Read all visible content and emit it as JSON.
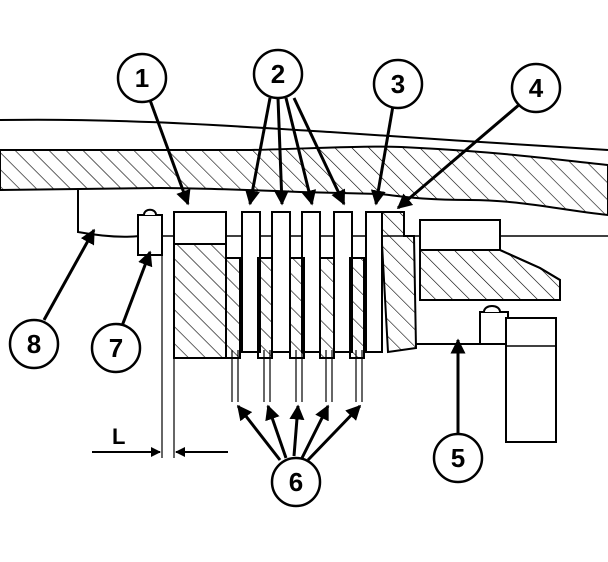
{
  "diagram": {
    "callouts": [
      {
        "id": "c1",
        "label": "1"
      },
      {
        "id": "c2",
        "label": "2"
      },
      {
        "id": "c3",
        "label": "3"
      },
      {
        "id": "c4",
        "label": "4"
      },
      {
        "id": "c5",
        "label": "5"
      },
      {
        "id": "c6",
        "label": "6"
      },
      {
        "id": "c7",
        "label": "7"
      },
      {
        "id": "c8",
        "label": "8"
      }
    ],
    "dimension_label": "L",
    "colors": {
      "ink": "#000000",
      "paper": "#ffffff"
    }
  }
}
